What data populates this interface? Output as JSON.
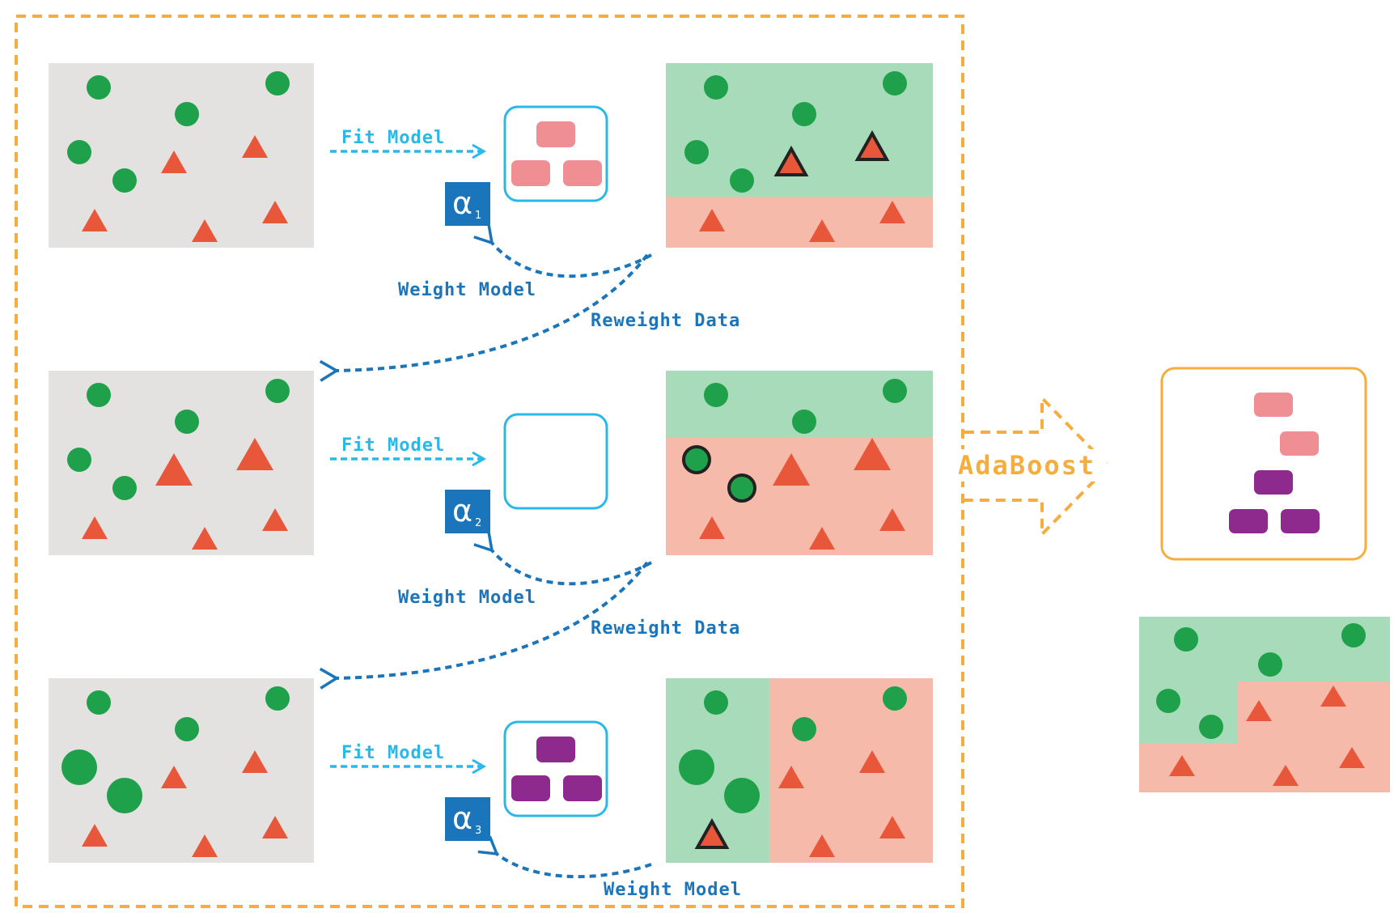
{
  "labels": {
    "fit_model": "Fit Model",
    "weight_model": "Weight Model",
    "reweight_data": "Reweight Data",
    "adaboost": "AdaBoost",
    "alpha_symbol": "α",
    "alpha_subs": [
      "1",
      "2",
      "3"
    ]
  },
  "colors": {
    "green": "#1fa04a",
    "red": "#e8573a",
    "gray_bg": "#e4e2e0",
    "green_region": "#a7dbb9",
    "red_region": "#f6baab",
    "pink_leaf": "#ef8f94",
    "purple_leaf": "#8e2a8e",
    "cyan": "#2ab8e8",
    "blue": "#1a75bb",
    "orange": "#f5ae3d"
  },
  "icons": [
    "circle-point",
    "triangle-point",
    "tree-node",
    "dashed-arrow"
  ]
}
